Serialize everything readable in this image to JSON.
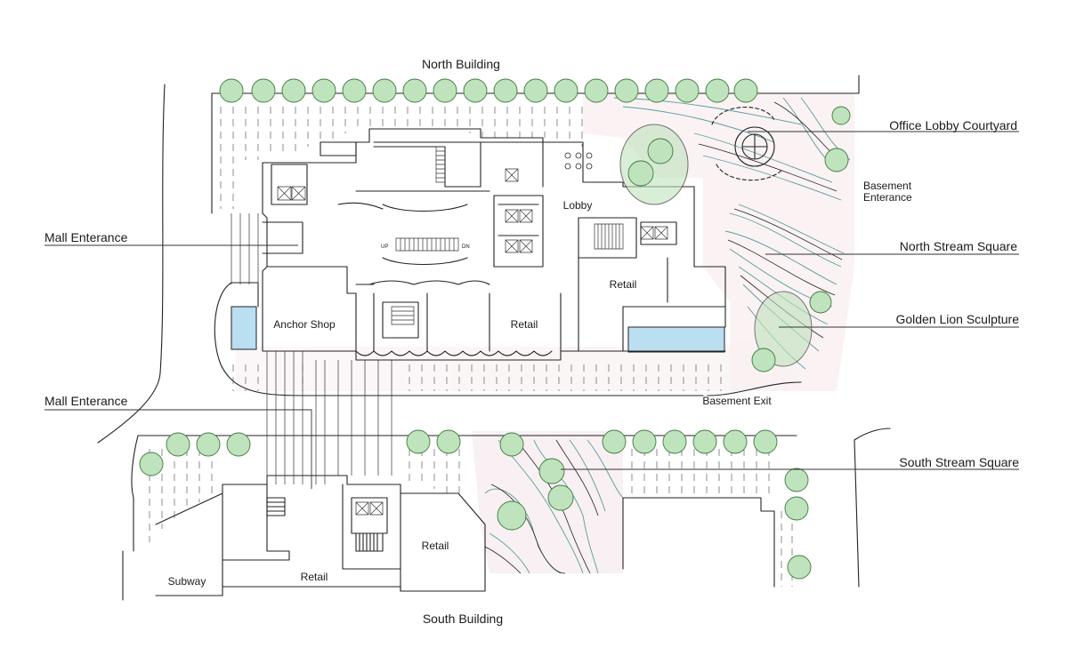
{
  "labels": {
    "north_building": "North Building",
    "south_building": "South Building",
    "office_lobby_courtyard": "Office Lobby Courtyard",
    "basement_entrance_line1": "Basement",
    "basement_entrance_line2": "Enterance",
    "mall_entrance_west": "Mall Enterance",
    "mall_entrance_south": "Mall Enterance",
    "north_stream_square": "North Stream Square",
    "golden_lion_sculpture": "Golden Lion Sculpture",
    "south_stream_square": "South Stream Square",
    "basement_exit": "Basement Exit",
    "lobby": "Lobby",
    "retail_north_east": "Retail",
    "anchor_shop": "Anchor Shop",
    "retail_north_center": "Retail",
    "retail_south_east": "Retail",
    "retail_south_center": "Retail",
    "subway": "Subway",
    "stair_up": "UP",
    "stair_down": "DN"
  },
  "colors": {
    "tree_fill": "#bfe3bd",
    "tree_stroke": "#3e7a3e",
    "water_fill": "#b9dff0",
    "stream_stroke": "#3f8f8a",
    "paving_tint": "#f6e7ea",
    "ink": "#222222"
  }
}
